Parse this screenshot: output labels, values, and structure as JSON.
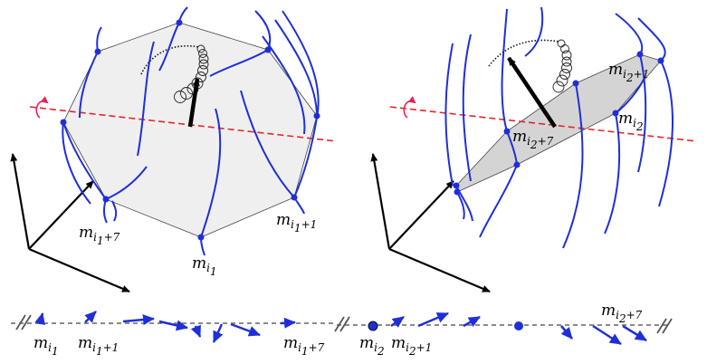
{
  "colors": {
    "curve": "#1f2fd8",
    "axis_dashed": "#e3262a",
    "rotation_arrow": "#e0245e",
    "polygon_fill": "#efefef",
    "band_fill": "#d4d4d4",
    "chain_line": "#8a8a8a",
    "arrow": "#000000"
  },
  "labels": {
    "left": [
      {
        "base": "m",
        "sub": "i",
        "subsub": "1",
        "tail": ""
      },
      {
        "base": "m",
        "sub": "i",
        "subsub": "1",
        "tail": "+1"
      },
      {
        "base": "m",
        "sub": "i",
        "subsub": "1",
        "tail": "+7"
      }
    ],
    "right": [
      {
        "base": "m",
        "sub": "i",
        "subsub": "2",
        "tail": ""
      },
      {
        "base": "m",
        "sub": "i",
        "subsub": "2",
        "tail": "+1"
      },
      {
        "base": "m",
        "sub": "i",
        "subsub": "2",
        "tail": "+7"
      }
    ],
    "chain": [
      {
        "base": "m",
        "sub": "i",
        "subsub": "1",
        "tail": ""
      },
      {
        "base": "m",
        "sub": "i",
        "subsub": "1",
        "tail": "+1"
      },
      {
        "base": "m",
        "sub": "i",
        "subsub": "1",
        "tail": "+7"
      },
      {
        "base": "m",
        "sub": "i",
        "subsub": "2",
        "tail": ""
      },
      {
        "base": "m",
        "sub": "i",
        "subsub": "2",
        "tail": "+1"
      },
      {
        "base": "m",
        "sub": "i",
        "subsub": "2",
        "tail": "+7"
      }
    ]
  },
  "icons": {
    "rotation": "rotation-arrow-icon",
    "break": "chain-break-icon"
  }
}
